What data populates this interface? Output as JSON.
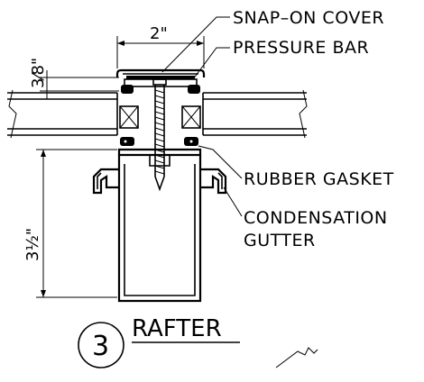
{
  "labels": {
    "snap_on_cover": "SNAP–ON COVER",
    "pressure_bar": "PRESSURE BAR",
    "rubber_gasket": "RUBBER GASKET",
    "condensation": "CONDENSATION",
    "gutter": "GUTTER"
  },
  "dimensions": {
    "width": "2\"",
    "cover_height": "3⁄8\"",
    "rafter_depth": "3½\""
  },
  "callout": {
    "number": "3",
    "title": "RAFTER"
  }
}
